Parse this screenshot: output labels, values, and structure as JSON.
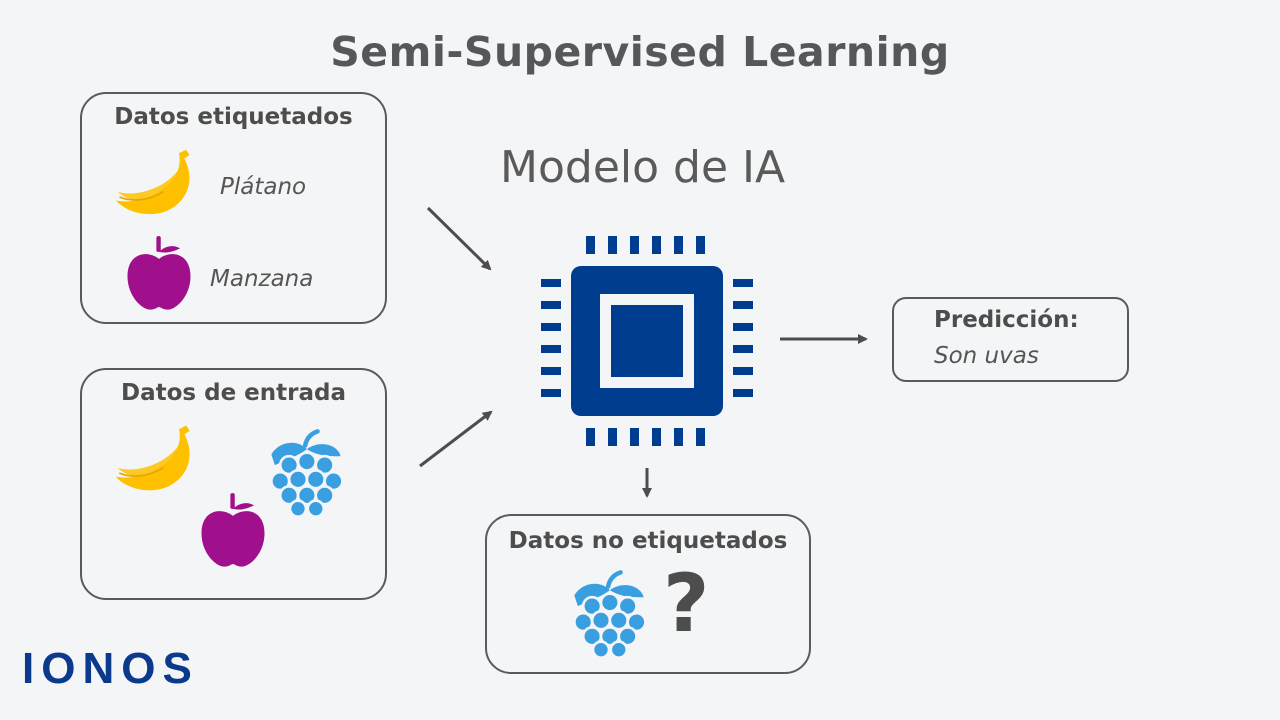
{
  "title": "Semi-Supervised Learning",
  "model": {
    "title": "Modelo de IA",
    "icon": "chip-icon"
  },
  "labeled_box": {
    "title": "Datos etiquetados",
    "items": [
      {
        "icon": "banana-icon",
        "label": "Plátano"
      },
      {
        "icon": "apple-icon",
        "label": "Manzana"
      }
    ]
  },
  "input_box": {
    "title": "Datos de entrada",
    "icons": [
      "banana-icon",
      "grapes-icon",
      "apple-icon"
    ]
  },
  "unlabeled_box": {
    "title": "Datos no etiquetados",
    "icons": [
      "grapes-icon",
      "question-mark"
    ],
    "question_mark": "?"
  },
  "prediction": {
    "title": "Predicción:",
    "value": "Son uvas"
  },
  "logo": "IONOS",
  "colors": {
    "banana": "#ffc000",
    "apple": "#a0108c",
    "grapes": "#3a9fe0",
    "chip": "#003d8f",
    "logo": "#0b3a8c",
    "arrow": "#4d4d4d"
  }
}
